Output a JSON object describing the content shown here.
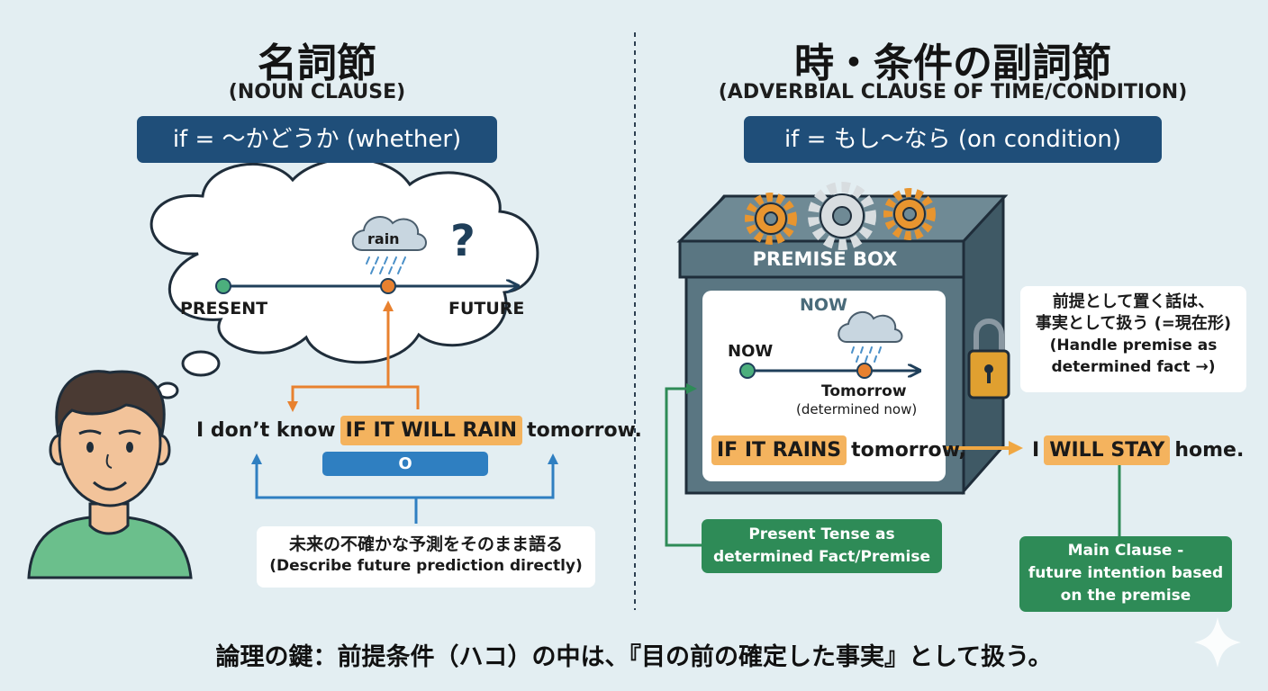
{
  "left": {
    "title": "名詞節",
    "subtitle": "(NOUN CLAUSE)",
    "pill": "if = ～かどうか (whether)",
    "cloud": {
      "weather_label": "rain",
      "question_mark": "?",
      "present_label": "PRESENT",
      "future_label": "FUTURE"
    },
    "sentence": {
      "before": "I don’t know",
      "highlight": "IF IT WILL RAIN",
      "after": "tomorrow."
    },
    "object_marker": "O",
    "note": {
      "line1": "未来の不確かな予測をそのまま語る",
      "line2": "(Describe future prediction directly)"
    }
  },
  "right": {
    "title": "時・条件の副詞節",
    "subtitle": "(ADVERBIAL CLAUSE OF TIME/CONDITION)",
    "pill": "if = もし～なら (on condition)",
    "box_label": "PREMISE BOX",
    "inner": {
      "now_top": "NOW",
      "now_left": "NOW",
      "tomorrow": "Tomorrow",
      "determined": "(determined now)"
    },
    "condition": {
      "highlight": "IF IT RAINS",
      "after": "tomorrow,"
    },
    "main_clause": {
      "before": "I",
      "highlight": "WILL STAY",
      "after": "home."
    },
    "note": {
      "line1": "前提として置く話は、",
      "line2": "事実として扱う (=現在形)",
      "line3": "(Handle premise as",
      "line4": "determined fact →)"
    },
    "green_left": {
      "line1": "Present Tense as",
      "line2": "determined Fact/Premise"
    },
    "green_right": {
      "line1": "Main Clause -",
      "line2": "future intention based",
      "line3": "on the premise"
    }
  },
  "footer": "論理の鍵：前提条件（ハコ）の中は、『目の前の確定した事実』として扱う。",
  "colors": {
    "background": "#e3eef2",
    "navy": "#1f4e79",
    "arrow_blue": "#2f7fc1",
    "arrow_orange": "#e8812f",
    "highlight": "#f4b35e",
    "green": "#2e8b57",
    "box_slate": "#5a7682"
  }
}
